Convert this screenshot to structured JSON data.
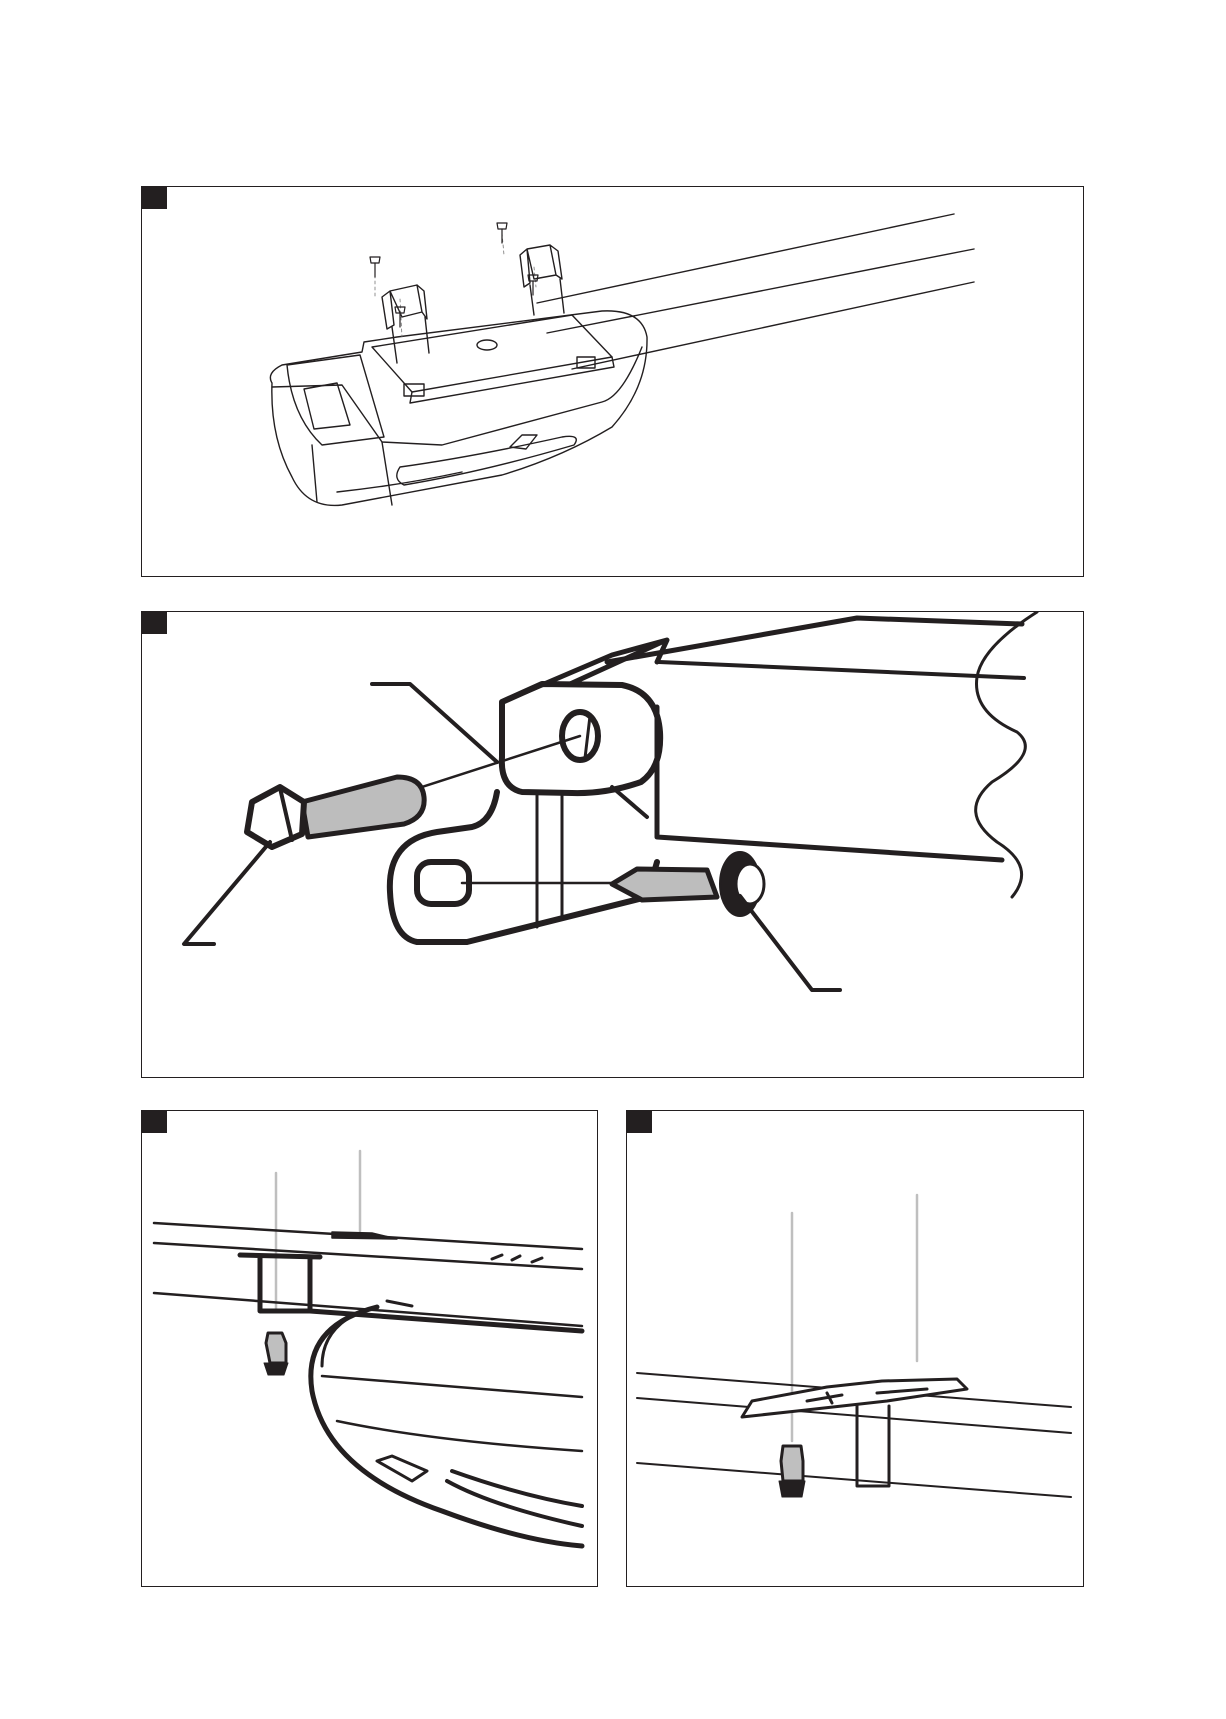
{
  "figures": [
    {
      "id": "fig1",
      "subject": "mounting-brackets-on-opener-rail"
    },
    {
      "id": "fig2",
      "subject": "bracket-bolt-assembly"
    },
    {
      "id": "fig3",
      "subject": "ceiling-hanger-bolt-left"
    },
    {
      "id": "fig4",
      "subject": "ceiling-hanger-strap-right"
    }
  ],
  "colors": {
    "ink": "#231f20",
    "fill_gray": "#bdbdbd",
    "guide_gray": "#bfbfbf",
    "background": "#ffffff"
  }
}
